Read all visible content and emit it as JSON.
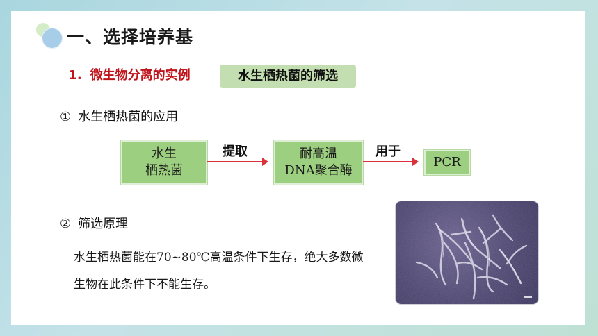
{
  "slide": {
    "title": "一、选择培养基",
    "section1": {
      "number": "1.",
      "label": "微生物分离的实例"
    },
    "tag": "水生栖热菌的筛选",
    "subsection1": {
      "marker": "①",
      "label": "水生栖热菌的应用"
    },
    "flow": {
      "box1": {
        "line1": "水生",
        "line2": "栖热菌"
      },
      "arrow1_label": "提取",
      "box2": {
        "line1": "耐高温",
        "line2": "DNA聚合酶"
      },
      "arrow2_label": "用于",
      "box3": "PCR"
    },
    "subsection2": {
      "marker": "②",
      "label": "筛选原理"
    },
    "principle_text": "水生栖热菌能在70~80℃高温条件下生存，绝大多数微生物在此条件下不能生存。"
  },
  "colors": {
    "title_red": "#c0141c",
    "tag_green": "#c3deb0",
    "box_green": "#9ccf7f",
    "arrow_red": "#d9323a"
  },
  "icons": {
    "bullet": "decorative-circle-icon",
    "image": "bacteria-micrograph"
  }
}
